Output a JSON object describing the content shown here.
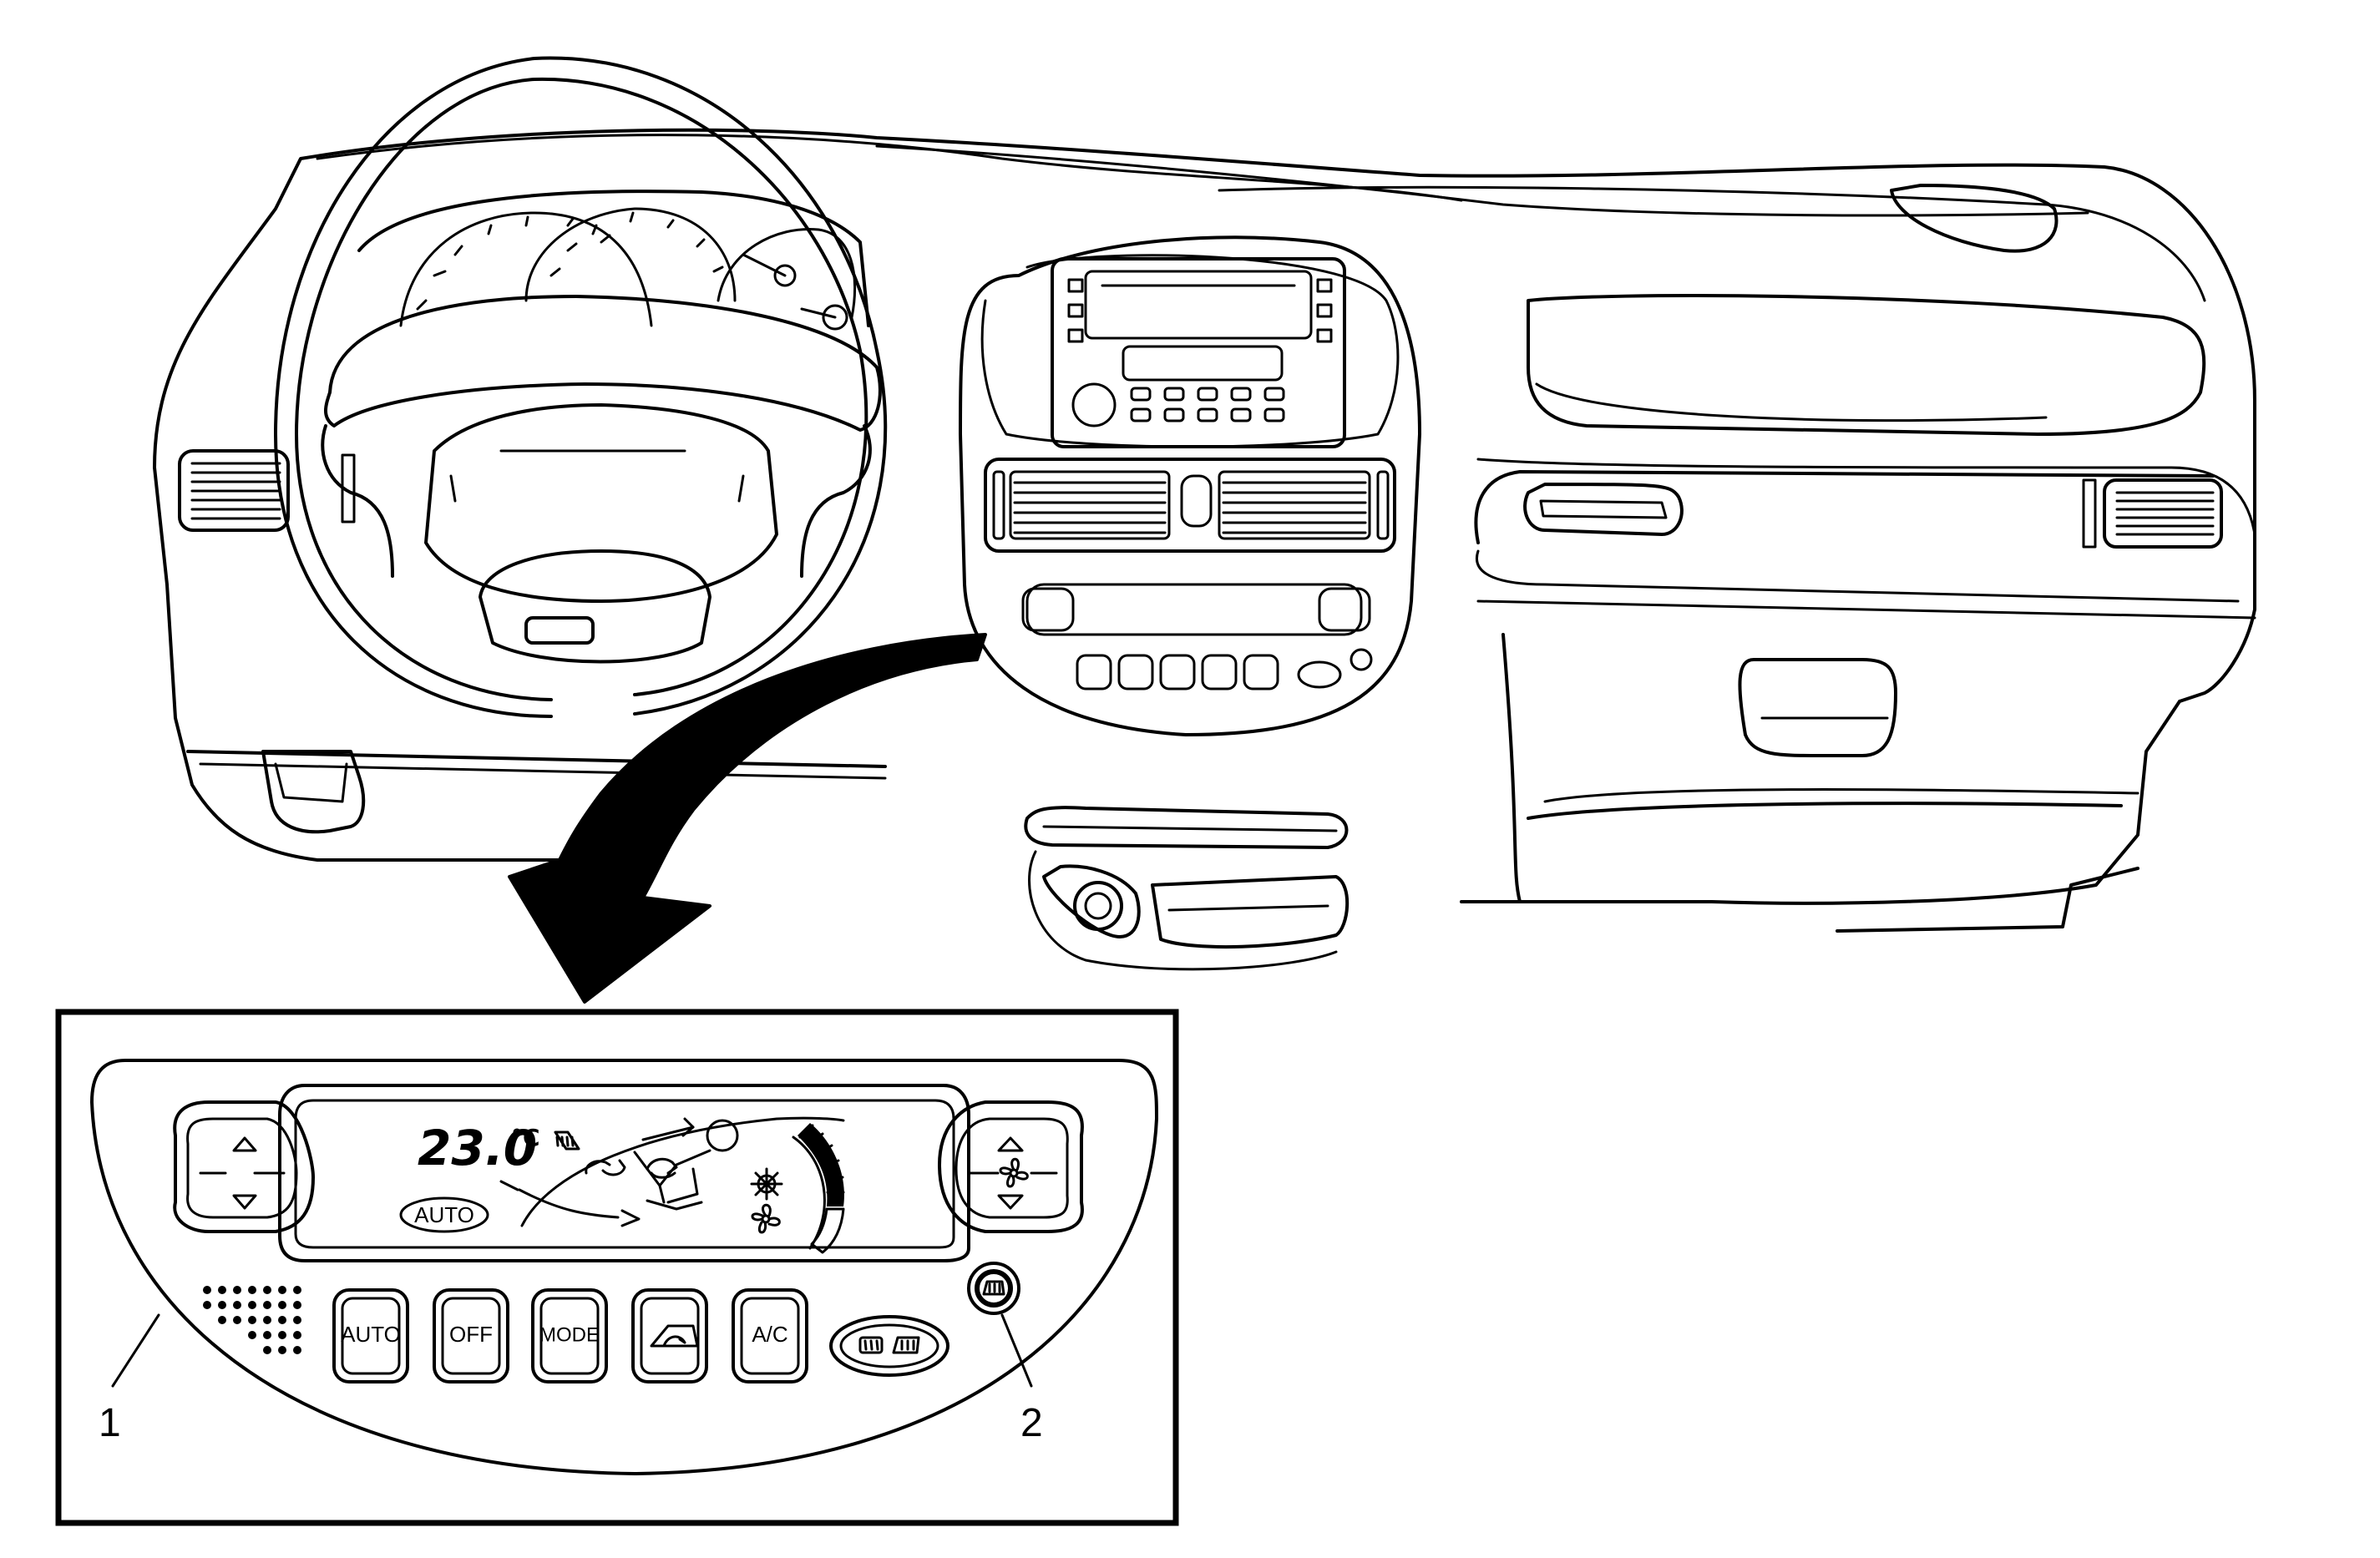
{
  "diagram": {
    "display": {
      "temperature": "23.0",
      "unit": "°C",
      "auto_indicator": "AUTO"
    },
    "buttons": [
      {
        "key": "auto",
        "label": "AUTO",
        "icon": ""
      },
      {
        "key": "off",
        "label": "OFF",
        "icon": ""
      },
      {
        "key": "mode",
        "label": "MODE",
        "icon": ""
      },
      {
        "key": "recirculation",
        "label": "",
        "icon": "recirculation-icon"
      },
      {
        "key": "ac",
        "label": "A/C",
        "icon": ""
      }
    ],
    "defrost_buttons": {
      "icons": [
        "rear-defrost-icon",
        "front-defrost-icon"
      ]
    },
    "round_button": {
      "icon": "defrost-icon"
    },
    "callouts": [
      {
        "id": "1",
        "label": "1"
      },
      {
        "id": "2",
        "label": "2"
      }
    ],
    "colors": {
      "line": "#000000",
      "background": "#ffffff",
      "arrow": "#000000"
    }
  }
}
